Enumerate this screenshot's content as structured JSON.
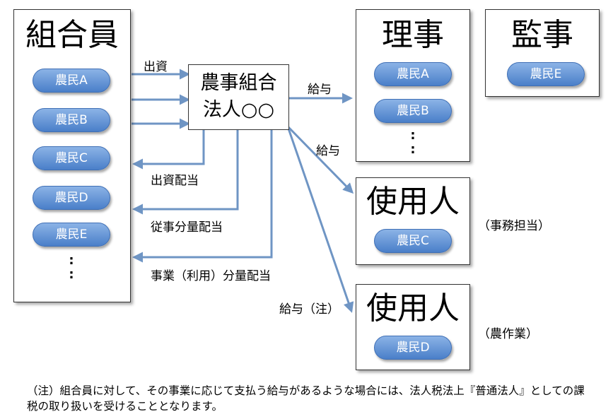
{
  "members": {
    "title": "組合員",
    "items": [
      "農民A",
      "農民B",
      "農民C",
      "農民D",
      "農民E"
    ],
    "more": ":"
  },
  "corporation": {
    "line1": "農事組合",
    "line2": "法人○○"
  },
  "directors": {
    "title": "理事",
    "items": [
      "農民A",
      "農民B"
    ],
    "more": ":"
  },
  "auditor": {
    "title": "監事",
    "items": [
      "農民E"
    ]
  },
  "employee1": {
    "title": "使用人",
    "member": "農民C",
    "role": "（事務担当）"
  },
  "employee2": {
    "title": "使用人",
    "member": "農民D",
    "role": "（農作業）"
  },
  "flows": {
    "investment": "出資",
    "investment_dividend": "出資配当",
    "work_dividend": "従事分量配当",
    "usage_dividend": "事業（利用）分量配当",
    "salary_directors": "給与",
    "salary_employee1": "給与",
    "salary_employee2": "給与（注）"
  },
  "note": "（注）組合員に対して、その事業に応じて支払う給与があるような場合には、法人税法上『普通法人』としての課税の取り扱いを受けることとなります。",
  "colors": {
    "arrow": "#6f95c4",
    "pill_top": "#8bb3e6",
    "pill_bottom": "#4a7fc9"
  }
}
